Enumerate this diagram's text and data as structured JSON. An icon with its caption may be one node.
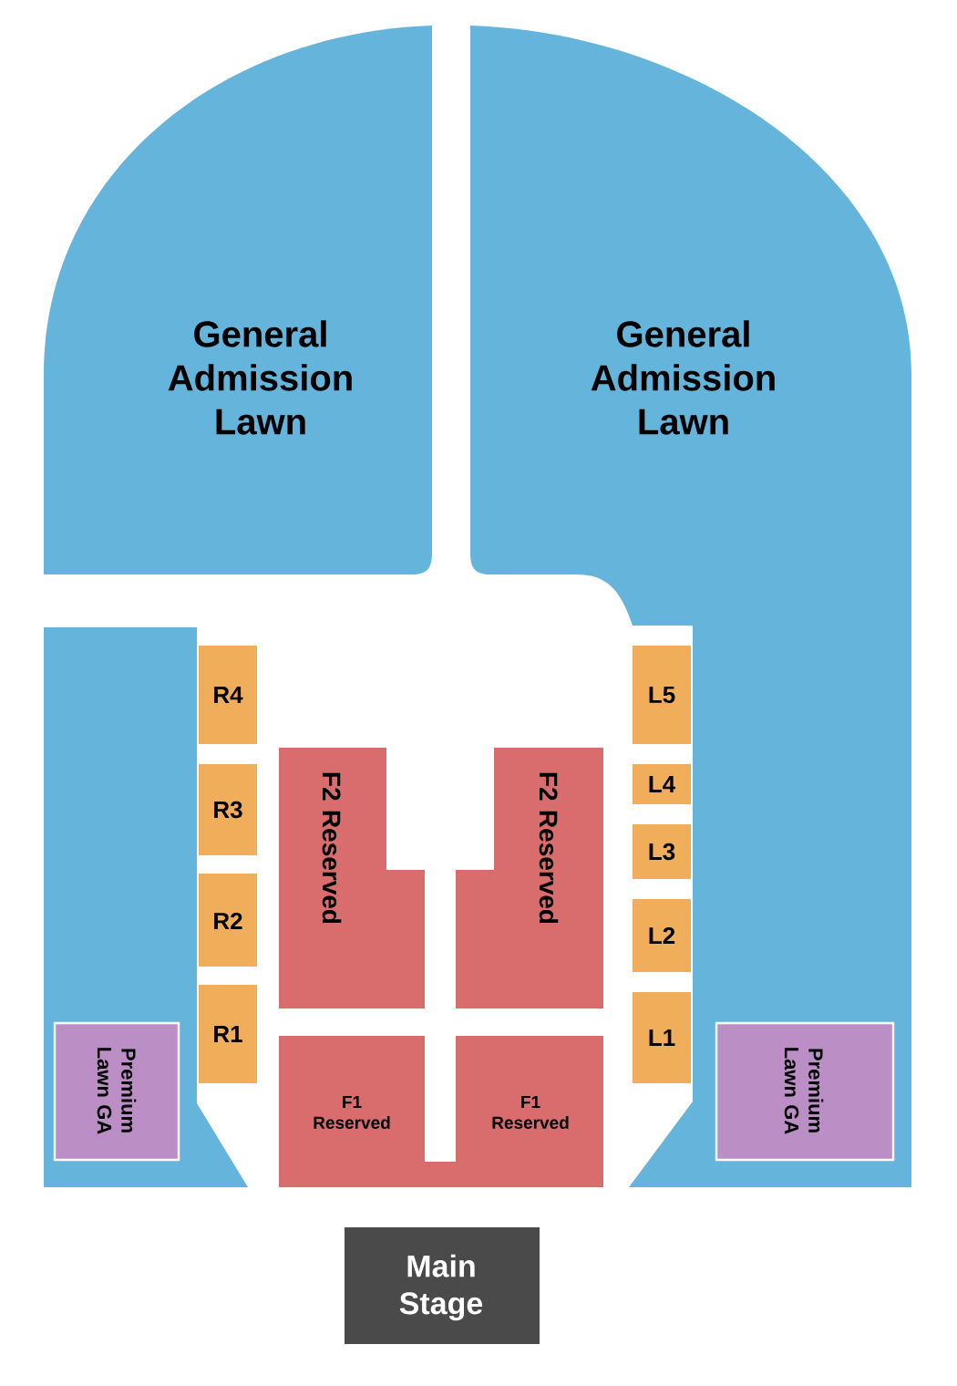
{
  "diagram": {
    "nodes": [
      {
        "text": [
          "General Admission Lawn"
        ]
      },
      {
        "text": [
          "General Admission Lawn"
        ]
      },
      {
        "text": [],
        "shape": "box"
      },
      {
        "text": [
          "R4"
        ]
      },
      {
        "text": [
          "R3"
        ]
      },
      {
        "text": [
          "R2"
        ]
      },
      {
        "text": [
          "R1"
        ]
      },
      {
        "text": [
          "Premium Lawn GA"
        ],
        "in": 2
      },
      {
        "text": [
          "F2 Reserved"
        ]
      },
      {
        "text": [
          "F2 Reserved"
        ]
      },
      {
        "text": [
          "L5"
        ]
      },
      {
        "text": [
          "L4"
        ]
      },
      {
        "text": [
          "L3"
        ]
      },
      {
        "text": [
          "L2"
        ]
      },
      {
        "text": [
          "L1"
        ]
      },
      {
        "text": [
          "F1 Reserved"
        ]
      },
      {
        "text": [
          "F1 Reserved"
        ]
      },
      {
        "text": [
          "Premium Lawn GA"
        ],
        "in": 1
      },
      {
        "text": [
          "Main Stage"
        ]
      }
    ]
  }
}
